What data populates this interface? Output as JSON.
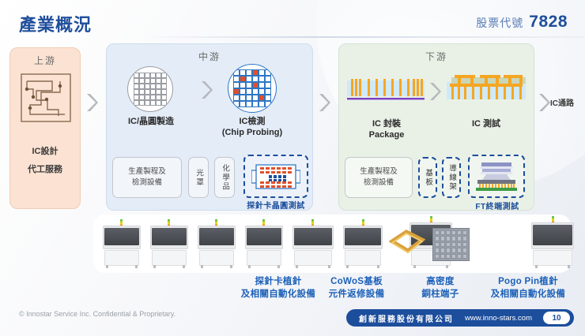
{
  "header": {
    "title": "產業概況",
    "stock_label": "股票代號",
    "stock_code": "7828"
  },
  "flow": {
    "upstream": {
      "panel_title": "上游",
      "icon": "circuit-maze-icon",
      "line1": "IC設計",
      "line2": "代工服務"
    },
    "midstream": {
      "panel_title": "中游",
      "nodes": [
        {
          "label": "IC/晶圓製造",
          "icon": "wafer-grid-icon"
        },
        {
          "label": "IC檢測",
          "label2": "(Chip Probing)",
          "icon": "wafer-probe-icon"
        }
      ],
      "subs": [
        {
          "text": "生產製程及\n檢測設備",
          "line1": "生產製程及",
          "line2": "檢測設備",
          "style": "solid"
        },
        {
          "text": "光罩",
          "style": "solid-vertical"
        },
        {
          "text": "化學品",
          "style": "solid-vertical"
        }
      ],
      "dashed_caption": "探針卡晶圓測試",
      "dashed_icon": "probe-card-icon"
    },
    "downstream": {
      "panel_title": "下游",
      "nodes": [
        {
          "label": "IC 封裝",
          "label2": "Package",
          "icon": "package-cross-section-icon"
        },
        {
          "label": "IC 測試",
          "icon": "test-cross-section-icon"
        }
      ],
      "subs": [
        {
          "line1": "生產製程及",
          "line2": "檢測設備",
          "style": "solid"
        },
        {
          "text": "基板",
          "style": "dashed-vertical"
        },
        {
          "text": "導線架",
          "style": "dashed-vertical"
        }
      ],
      "dashed_caption": "FT終端測試",
      "dashed_icon": "ft-final-test-icon"
    },
    "exit_label": "IC通路",
    "arrow_icon": "chevron-right-icon"
  },
  "photos": {
    "captions": [
      {
        "line1": "探針卡植針",
        "line2": "及相關自動化設備"
      },
      {
        "line1": "CoWoS基板",
        "line2": "元件返修設備"
      },
      {
        "line1": "高密度",
        "line2": "銅柱端子"
      },
      {
        "line1": "Pogo Pin植針",
        "line2": "及相關自動化設備"
      }
    ],
    "items": [
      "probe-machine-1",
      "probe-machine-2",
      "probe-machine-3",
      "probe-machine-4",
      "probe-machine-5",
      "probe-machine-6",
      "cowos-rework-machine",
      "substrate-frame",
      "copper-pillar-array",
      "pogo-pin-machine"
    ]
  },
  "footer": {
    "copyright": "© Innostar Service Inc. Confidential & Proprietary.",
    "company": "創新服務股份有限公司",
    "url": "www.inno-stars.com",
    "page": "10"
  },
  "colors": {
    "brand_blue": "#1c4e9c",
    "accent_blue": "#1c60b8",
    "upstream_bg": "#fbe2d2",
    "midstream_bg": "#e3ecf7",
    "downstream_bg": "#e9f1e7",
    "orange": "#e8622a",
    "gold": "#f5a623"
  }
}
